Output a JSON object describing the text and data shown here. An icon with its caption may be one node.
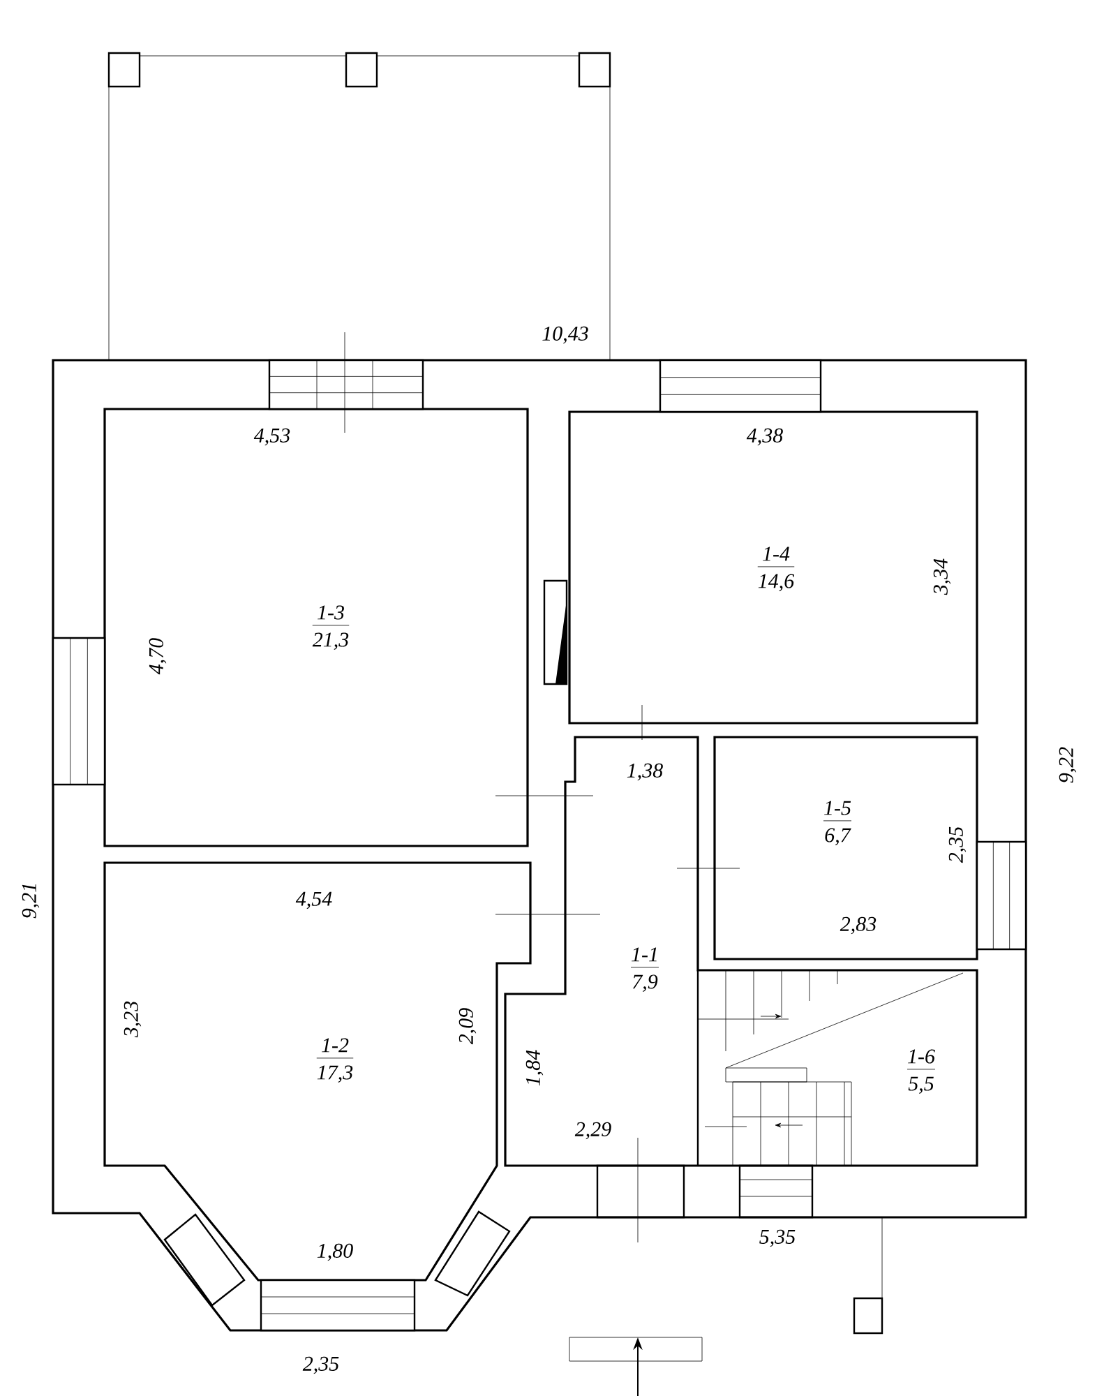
{
  "diagram": {
    "nodes": [
      {
        "text": [
          "1-3",
          "21,3"
        ]
      },
      {
        "text": [
          "1-4",
          "14,6"
        ]
      },
      {
        "text": [
          "1-5",
          "6,7"
        ]
      },
      {
        "text": [
          "1-1",
          "7,9"
        ]
      },
      {
        "text": [
          "1-2",
          "17,3"
        ]
      },
      {
        "text": [
          "1-6",
          "5,5"
        ]
      }
    ],
    "labels": [
      "10,43",
      "4,53",
      "4,38",
      "4,70",
      "3,34",
      "9,22",
      "1,38",
      "2,35",
      "9,21",
      "4,54",
      "2,83",
      "3,23",
      "2,09",
      "1,84",
      "2,29",
      "5,35",
      "1,80",
      "2,35"
    ]
  }
}
